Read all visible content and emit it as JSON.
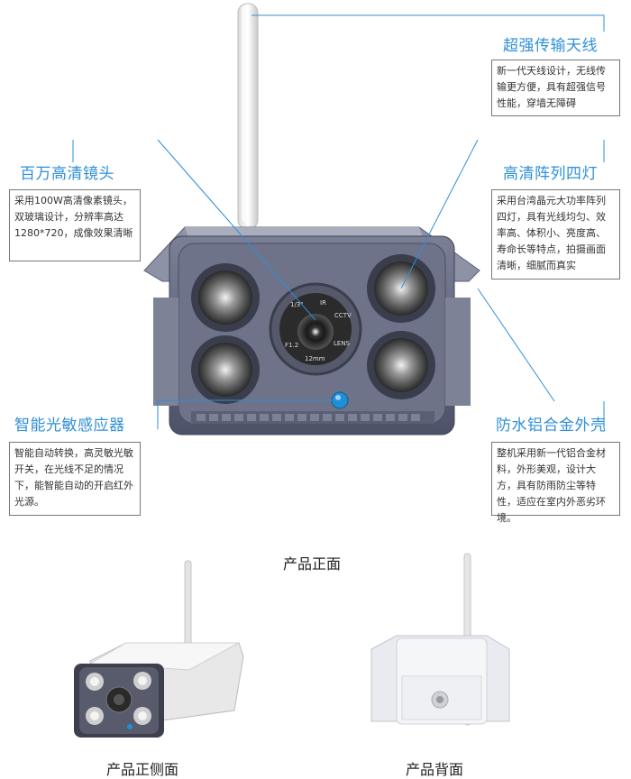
{
  "features": [
    {
      "id": "antenna",
      "title": "超强传输天线",
      "desc": "新一代天线设计，无线传输更方便，具有超强信号性能，穿墙无障碍"
    },
    {
      "id": "lens",
      "title": "百万高清镜头",
      "desc": "采用100W高清像素镜头，双玻璃设计，分辨率高达1280*720，成像效果清晰"
    },
    {
      "id": "leds",
      "title": "高清阵列四灯",
      "desc": "采用台湾晶元大功率阵列四灯，具有光线均匀、效率高、体积小、亮度高、寿命长等特点，拍摄画面清晰，细腻而真实"
    },
    {
      "id": "sensor",
      "title": "智能光敏感应器",
      "desc": "智能自动转换，高灵敏光敏开关，在光线不足的情况下，能智能自动的开启红外光源。"
    },
    {
      "id": "housing",
      "title": "防水铝合金外壳",
      "desc": "整机采用新一代铝合金材料，外形美观，设计大方，具有防雨防尘等特性，适应在室内外恶劣环境。"
    }
  ],
  "lens_text": {
    "a": "1/3\"",
    "b": "IR",
    "c": "CCTV",
    "d": "F1.2",
    "e": "LENS",
    "f": "12mm"
  },
  "captions": {
    "front": "产品正面",
    "side": "产品正侧面",
    "back": "产品背面"
  }
}
